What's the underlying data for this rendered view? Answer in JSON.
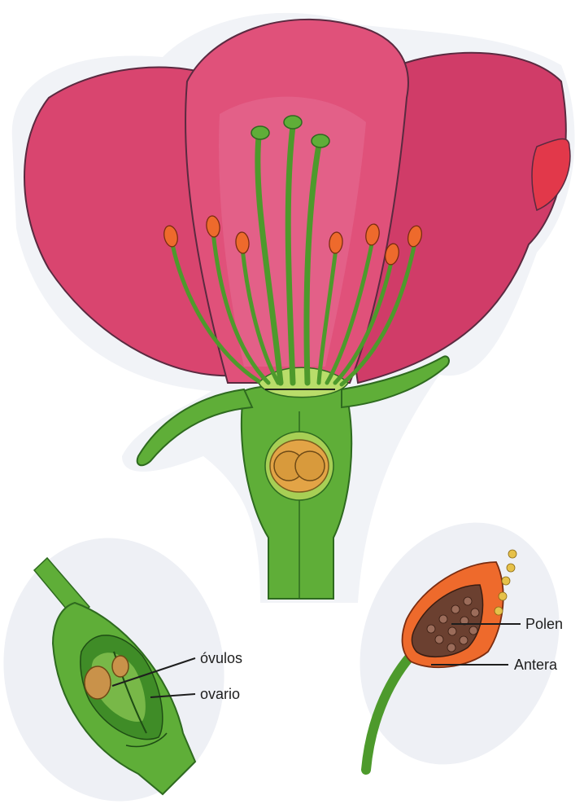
{
  "labels": {
    "ovules": "óvulos",
    "ovary": "ovario",
    "pollen": "Polen",
    "anther": "Antera"
  },
  "colors": {
    "petal": "#d9456f",
    "petal_light": "#e8709a",
    "petal_edge": "#5a2a40",
    "green": "#5fae38",
    "green_dark": "#2e6a1f",
    "green_light": "#b9dd6a",
    "ovule_orange": "#d89a3c",
    "anther_orange": "#ee6a2c",
    "pollen_brown": "#6b4030",
    "bubble": "#eef1f6"
  }
}
